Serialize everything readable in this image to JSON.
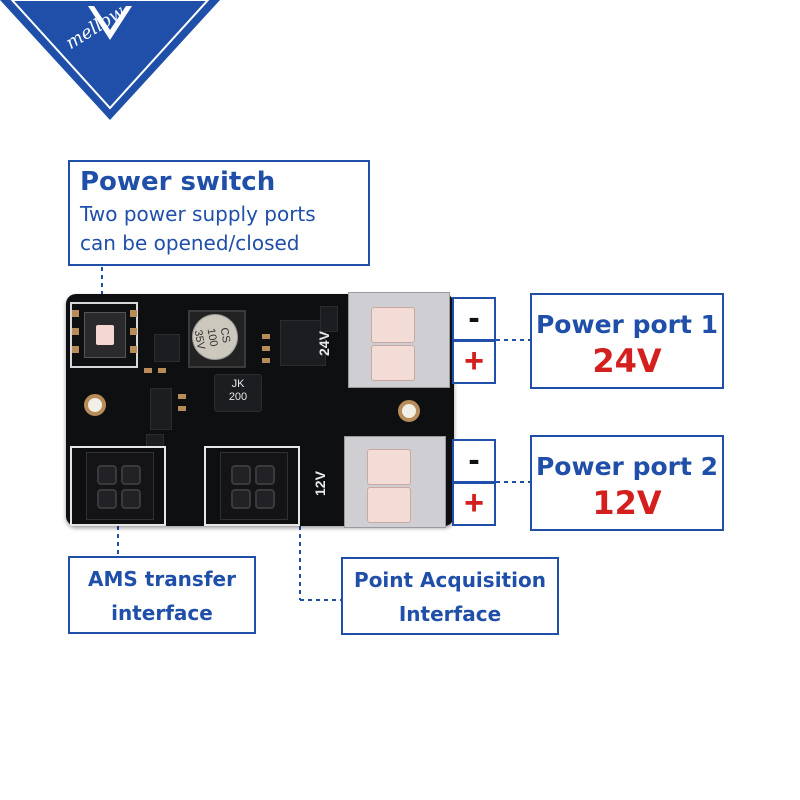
{
  "brand": {
    "logo_text": "mellow",
    "colors": {
      "brand_blue": "#1f4fa8",
      "accent_red": "#d3201e"
    }
  },
  "callouts": {
    "power_switch": {
      "title": "Power switch",
      "desc_line1": "Two power supply ports",
      "desc_line2": "can be opened/closed"
    },
    "power_port_1": {
      "title": "Power port 1",
      "voltage": "24V"
    },
    "power_port_2": {
      "title": "Power port 2",
      "voltage": "12V"
    },
    "ams": {
      "line1": "AMS transfer",
      "line2": "interface"
    },
    "point_acq": {
      "line1": "Point Acquisition",
      "line2": "Interface"
    }
  },
  "polarity": {
    "minus": "-",
    "plus": "+"
  },
  "board_silkscreen": {
    "label_24v": "24V",
    "label_12v": "12V",
    "cap_line1": "CS",
    "cap_line2": "100",
    "cap_line3": "35V",
    "inductor_line1": "JK",
    "inductor_line2": "200"
  },
  "icons": [
    "mellow-logo-icon"
  ]
}
